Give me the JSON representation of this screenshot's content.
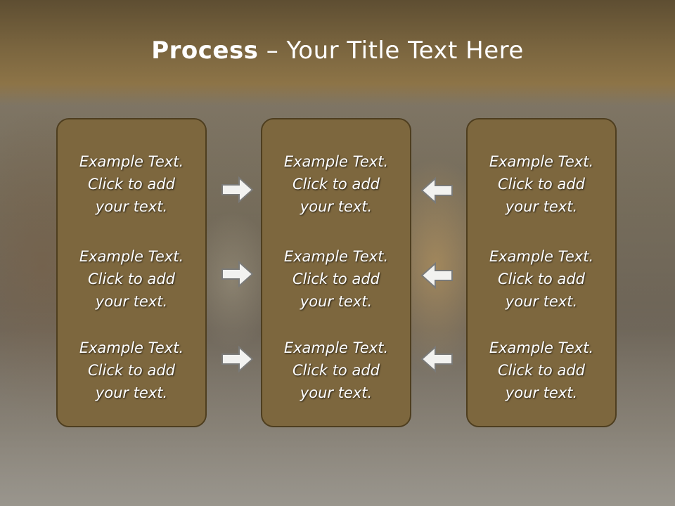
{
  "slide": {
    "title_bold": "Process",
    "title_rest": " – Your Title Text Here"
  },
  "panels": [
    {
      "items": [
        "Example Text.\nClick  to add\nyour text.",
        "Example Text.\nClick  to add\nyour text.",
        "Example Text.\nClick  to add\nyour text."
      ]
    },
    {
      "items": [
        "Example Text.\nClick  to add\nyour text.",
        "Example Text.\nClick  to add\nyour text.",
        "Example Text.\nClick  to add\nyour text."
      ]
    },
    {
      "items": [
        "Example Text.\nClick  to add\nyour text.",
        "Example Text.\nClick  to add\nyour text.",
        "Example Text.\nClick  to add\nyour text."
      ]
    }
  ],
  "arrows": {
    "left_column": [
      "right-arrow-icon",
      "right-arrow-icon",
      "right-arrow-icon"
    ],
    "right_column": [
      "left-arrow-icon",
      "left-arrow-icon",
      "left-arrow-icon"
    ]
  },
  "colors": {
    "panel_fill": "#7d673e",
    "panel_border": "#4e3e1f",
    "title_band": "#7a653f",
    "text": "#ffffff"
  }
}
